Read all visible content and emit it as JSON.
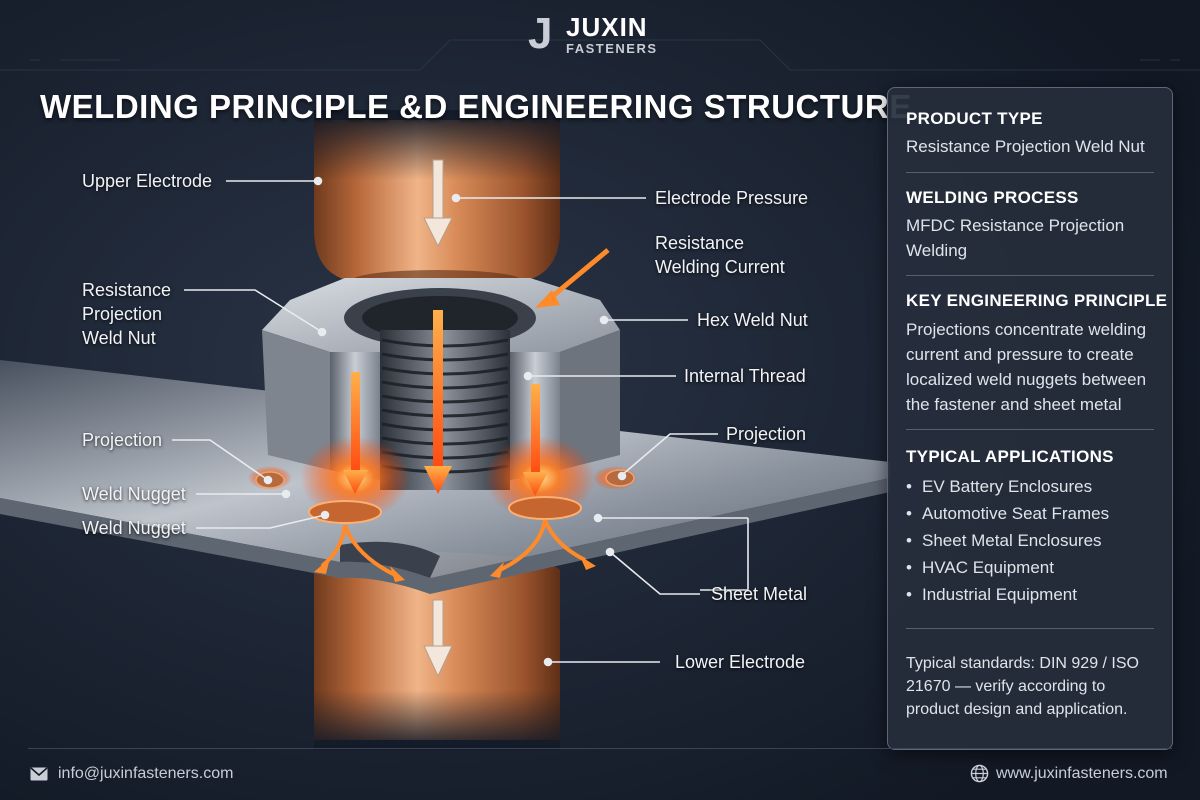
{
  "brand": {
    "logo_letter": "J",
    "name": "JUXIN",
    "sub": "FASTENERS"
  },
  "title": "WELDING PRINCIPLE &D ENGINEERING STRUCTURE",
  "labels": {
    "upper_electrode": "Upper Electrode",
    "electrode_pressure": "Electrode Pressure",
    "resistance_welding_current": [
      "Resistance",
      "Welding Current"
    ],
    "resistance_projection_weld_nut": [
      "Resistance",
      "Projection",
      "Weld Nut"
    ],
    "hex_weld_nut": "Hex Weld Nut",
    "internal_thread": "Internal Thread",
    "projection_left": "Projection",
    "projection_right": "Projection",
    "weld_nugget_1": "Weld Nugget",
    "weld_nugget_2": "Weld Nugget",
    "sheet_metal": "Sheet Metal",
    "lower_electrode": "Lower Electrode"
  },
  "panel": {
    "product_type": {
      "heading": "PRODUCT TYPE",
      "text": "Resistance Projection Weld Nut"
    },
    "welding_process": {
      "heading": "WELDING PROCESS",
      "text": "MFDC Resistance Projection Welding"
    },
    "key_principle": {
      "heading": "KEY ENGINEERING PRINCIPLE",
      "text": "Projections concentrate welding current and pressure to create localized weld nuggets between the fastener and sheet metal"
    },
    "applications": {
      "heading": "TYPICAL APPLICATIONS",
      "items": [
        "EV Battery Enclosures",
        "Automotive Seat Frames",
        "Sheet Metal Enclosures",
        "HVAC Equipment",
        "Industrial Equipment"
      ]
    },
    "note": "Typical standards: DIN 929 / ISO 21670 — verify according to product design and application."
  },
  "footer": {
    "email": "info@juxinfasteners.com",
    "website": "www.juxinfasteners.com"
  },
  "icons": {
    "mail": "mail-icon",
    "globe": "globe-icon",
    "bullet": "•"
  },
  "colors": {
    "background": "#141b28",
    "copper": "#c8794a",
    "steel": "#a9b0b9",
    "current_arrow": "#ff7a1f",
    "panel": "#262e3c"
  }
}
